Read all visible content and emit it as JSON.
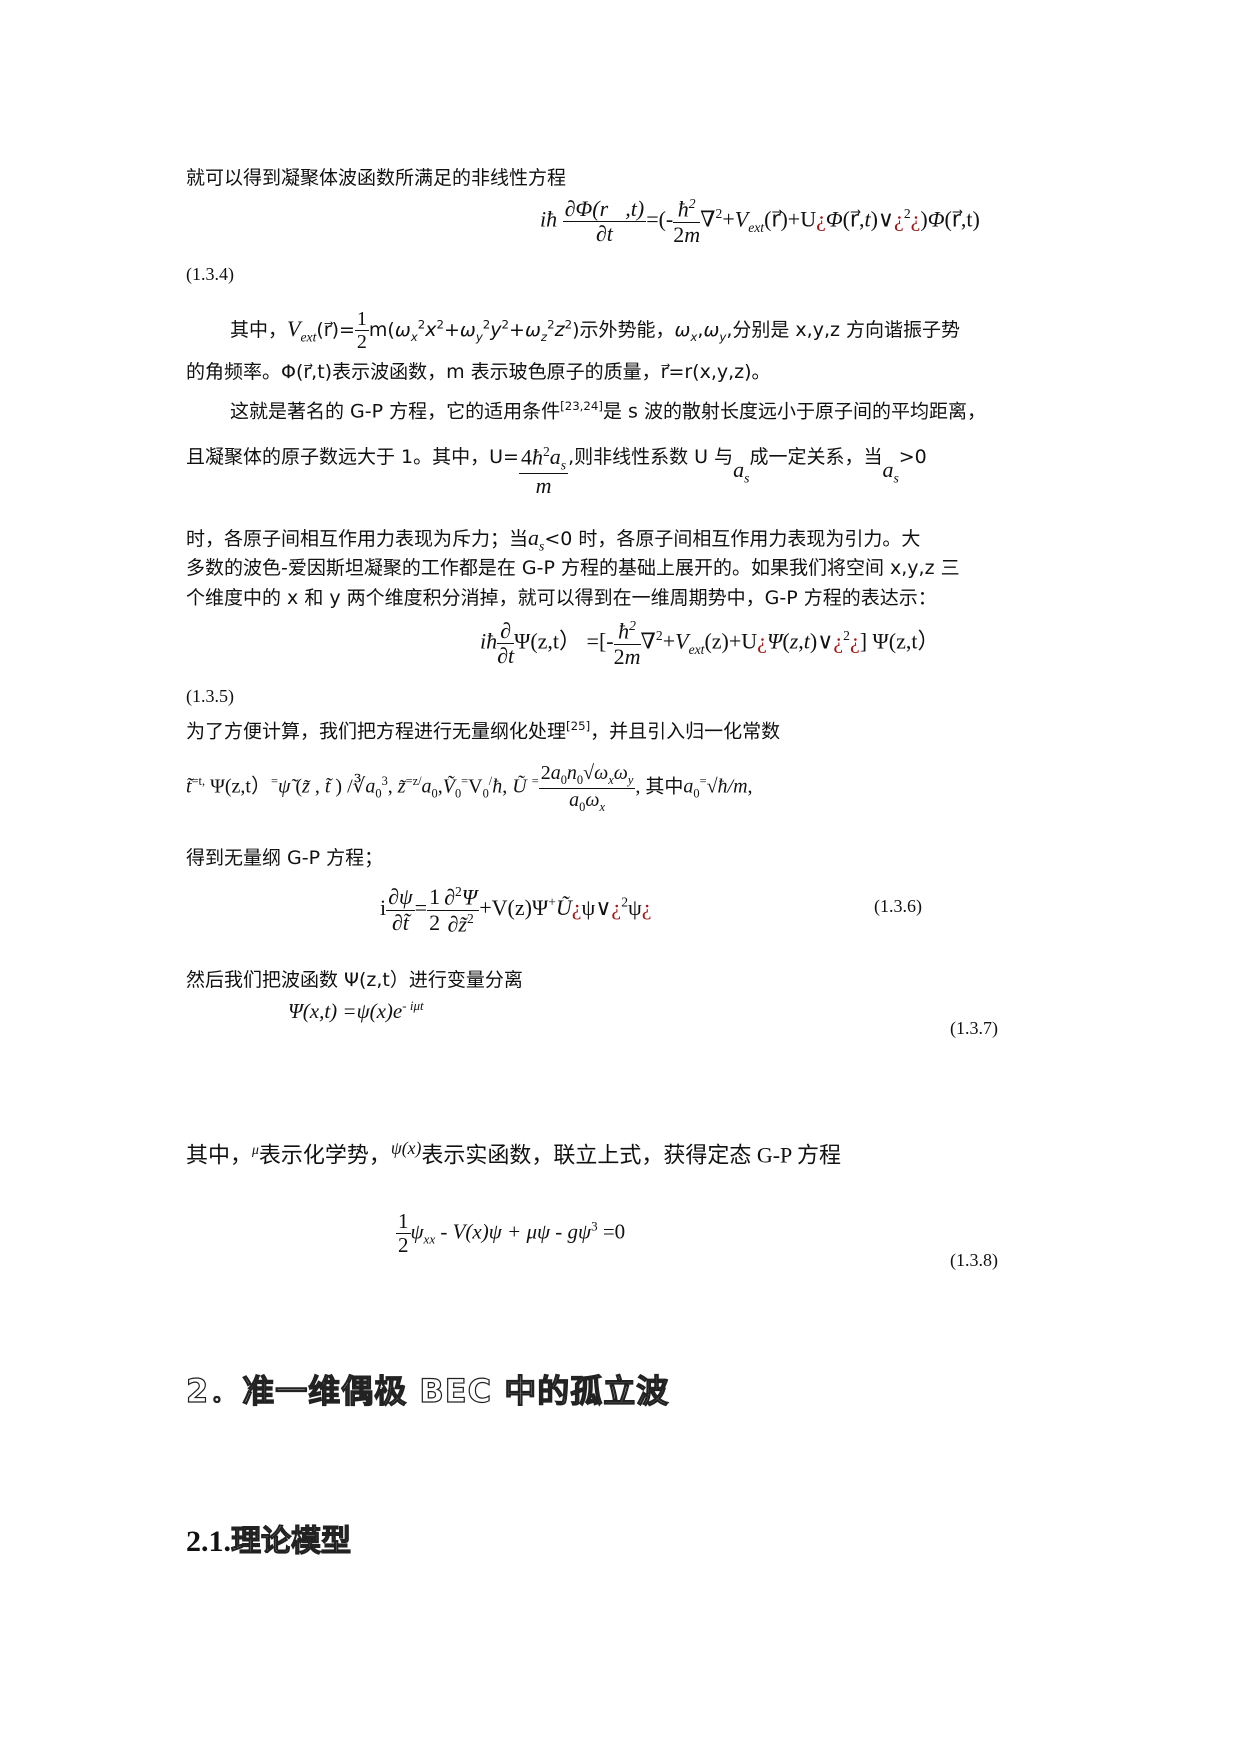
{
  "paragraphs": {
    "p1": "就可以得到凝聚体波函数所满足的非线性方程",
    "p2_prefix": "其中，",
    "p2_mid": "示外势能，",
    "p2_suffix": "分别是 x,y,z 方向谐振子势",
    "p3": "的角频率。Φ(r⃗,t)表示波函数，m 表示玻色原子的质量，r⃗=r(x,y,z)。",
    "p4_a": "这就是著名的 G-P 方程，它的适用条件",
    "p4_cite": "[23,24]",
    "p4_b": "是 s 波的散射长度远小于原子间的平均距离，",
    "p5_a": "且凝聚体的原子数远大于 1。其中，U=",
    "p5_b": ",则非线性系数 U 与",
    "p5_c": "成一定关系，当",
    "p5_d": ">0",
    "p6_a": "时，各原子间相互作用力表现为斥力；当",
    "p6_b": "<0 时，各原子间相互作用力表现为引力。大",
    "p7": "多数的波色-爱因斯坦凝聚的工作都是在 G-P 方程的基础上展开的。如果我们将空间 x,y,z 三",
    "p8": "个维度中的 x 和 y 两个维度积分消掉，就可以得到在一维周期势中，G-P 方程的表达示：",
    "p9_a": "为了方便计算，我们把方程进行无量纲化处理",
    "p9_cite": "[25]",
    "p9_b": "，并且引入归一化常数",
    "p10_mid": "其中",
    "p11": "得到无量纲 G-P 方程；",
    "p12": "然后我们把波函数 Ψ(z,t）进行变量分离",
    "p13_a": "其中，",
    "p13_b": "表示化学势，",
    "p13_c": "表示实函数，联立上式，获得定态 G-P 方程"
  },
  "equations": {
    "eq134_label": "(1.3.4)",
    "eq135_label": "(1.3.5)",
    "eq136_label": "(1.3.6)",
    "eq137_label": "(1.3.7)",
    "eq138_label": "(1.3.8)",
    "eq137_text": "Ψ(x,t) =ψ(x)e",
    "eq137_exp": "- iμt",
    "eq138_text": "ψ",
    "eq138_rest": " - V(x)ψ + μψ - gψ",
    "eq138_end": " =0"
  },
  "headings": {
    "section2": "2．准一维偶极 BEC 中的孤立波",
    "section21_num": "2.1.",
    "section21_txt": "理论模型"
  },
  "colors": {
    "text": "#111111",
    "garbled_glyph": "#a01818",
    "background": "#ffffff"
  }
}
